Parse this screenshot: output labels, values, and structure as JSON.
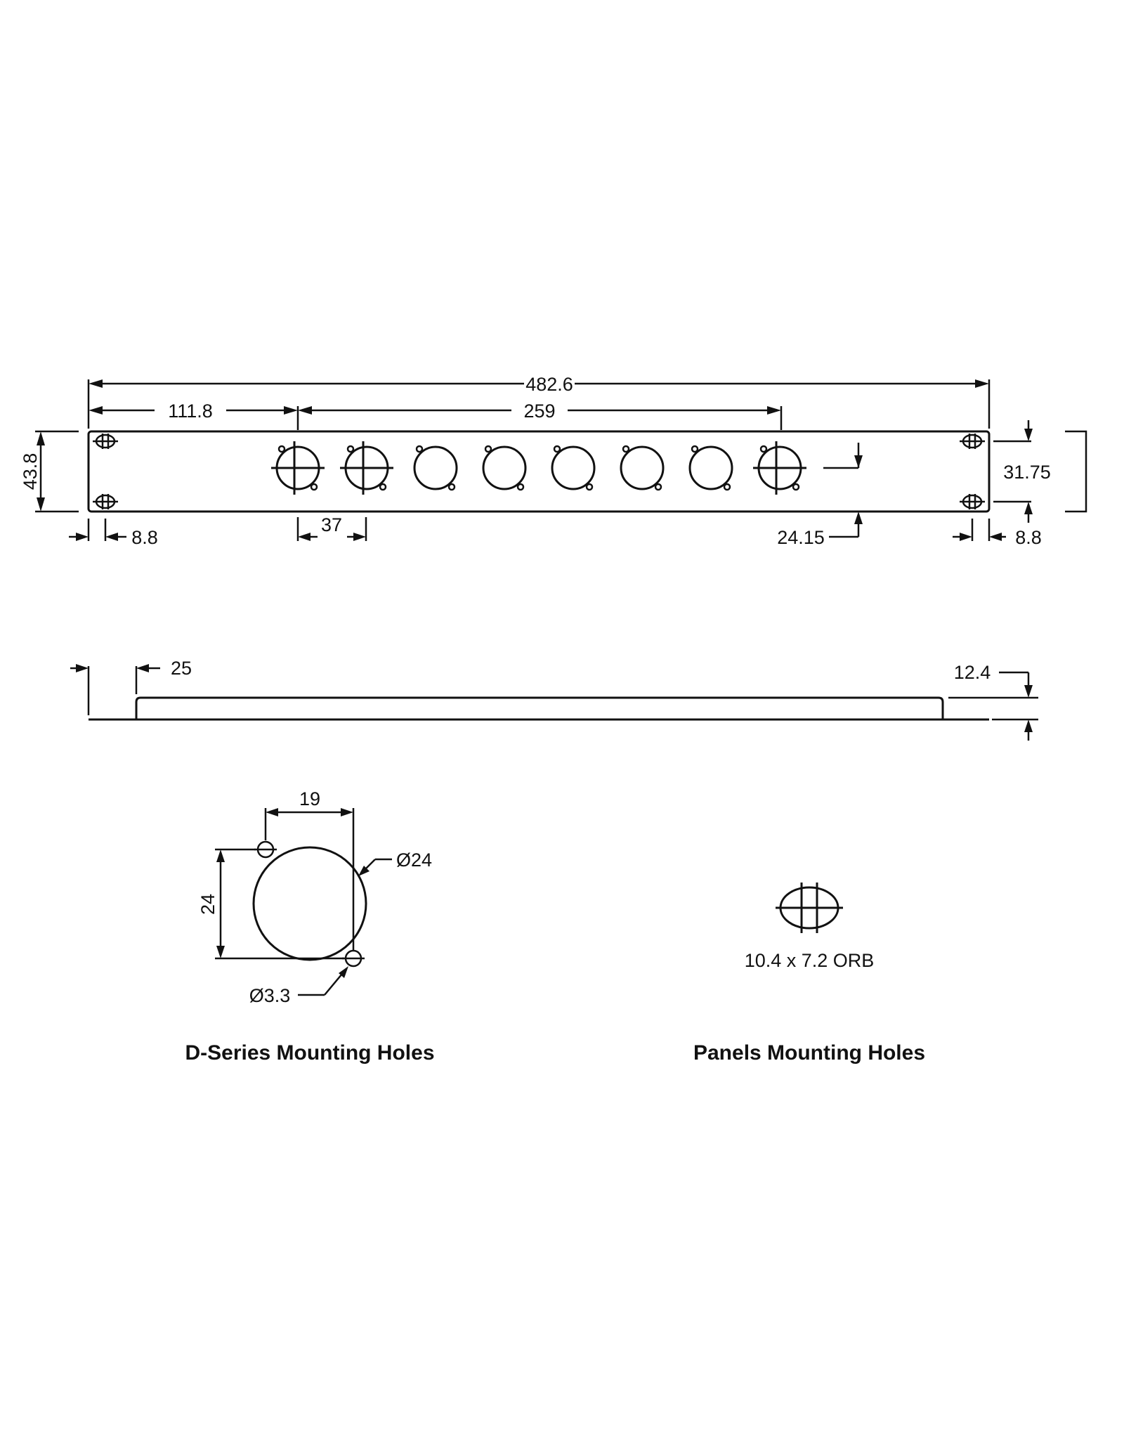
{
  "front_view": {
    "dimensions": {
      "overall_width": "482.6",
      "first_offset": "111.8",
      "span": "259",
      "height": "43.8",
      "hole_spacing_vertical": "31.75",
      "pitch": "37",
      "center_height": "24.15",
      "edge_left": "8.8",
      "edge_right": "8.8"
    },
    "connectors": [
      {
        "type": "crossed"
      },
      {
        "type": "crossed"
      },
      {
        "type": "plain"
      },
      {
        "type": "plain"
      },
      {
        "type": "plain"
      },
      {
        "type": "plain"
      },
      {
        "type": "plain"
      },
      {
        "type": "crossed"
      }
    ]
  },
  "side_view": {
    "dimensions": {
      "flange": "25",
      "depth": "12.4"
    }
  },
  "d_series_detail": {
    "dimensions": {
      "spacing_h": "19",
      "spacing_v": "24",
      "hole_diameter": "Ø24",
      "screw_diameter": "Ø3.3"
    },
    "caption": "D-Series Mounting Holes"
  },
  "panel_detail": {
    "label": "10.4 x 7.2 ORB",
    "caption": "Panels Mounting Holes"
  }
}
